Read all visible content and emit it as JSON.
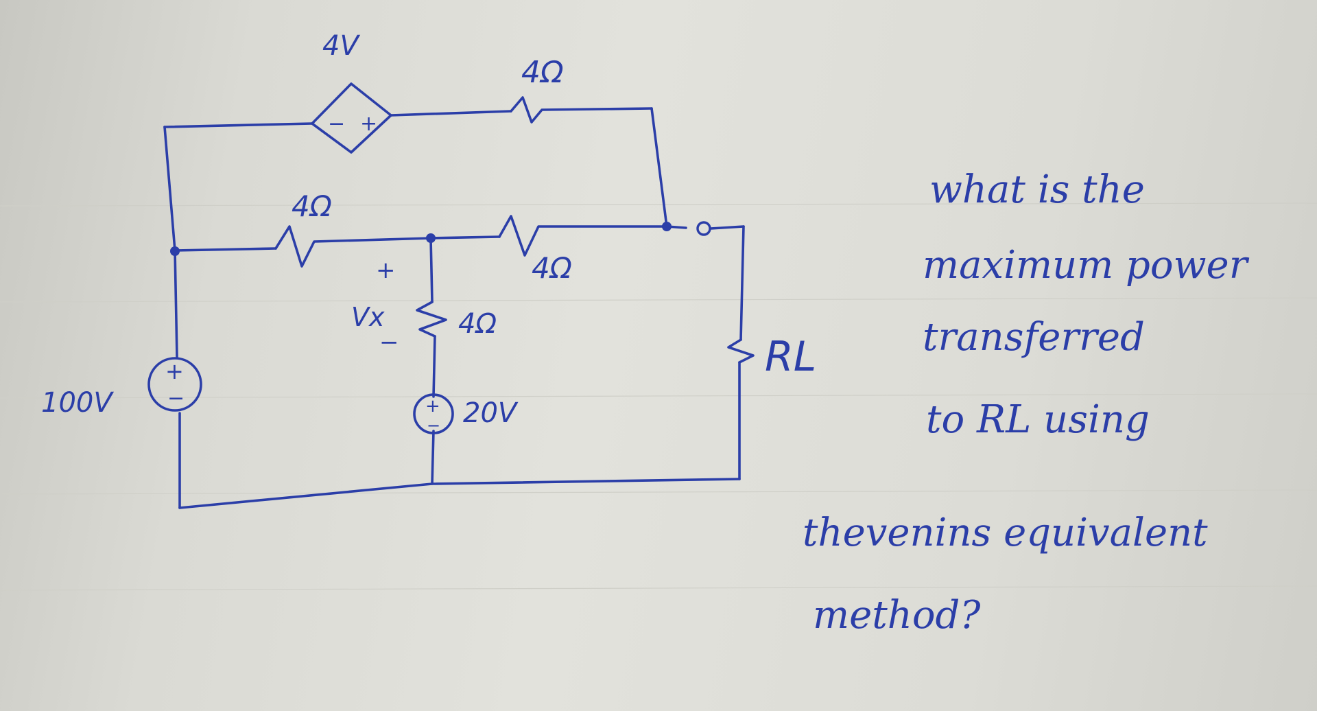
{
  "circuit": {
    "dependent_source_label": "4V",
    "top_resistor_label": "4Ω",
    "left_resistor_label": "4Ω",
    "mid_resistor_label": "4Ω",
    "vertical_resistor_label": "4Ω",
    "source_100v_label": "100V",
    "source_20v_label": "20V",
    "vx_label": "Vx",
    "vx_plus": "+",
    "vx_minus": "−",
    "load_label": "RL",
    "plus_sign": "+",
    "minus_sign": "−"
  },
  "question": {
    "lines": [
      "what is the",
      "maximum power",
      "transferred",
      "to RL using",
      "thevenins equivalent",
      "method?"
    ]
  },
  "colors": {
    "ink": "#2b3ea8",
    "paper": "#dcdcd6"
  }
}
